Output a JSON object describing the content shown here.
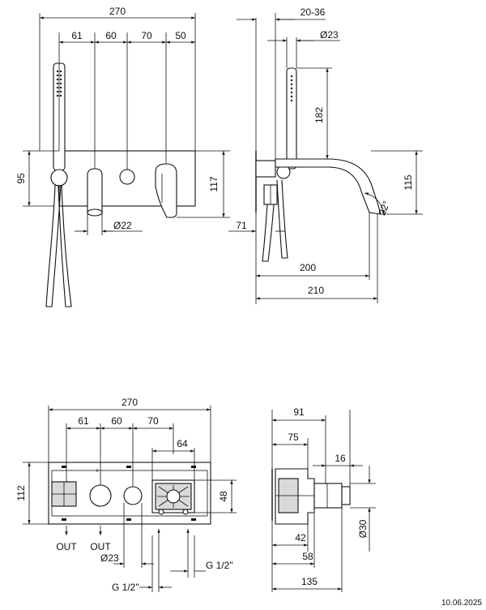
{
  "dimensions": {
    "front_top": {
      "total": "270",
      "d1": "61",
      "d2": "60",
      "d3": "70",
      "d4": "50"
    },
    "front_left": "95",
    "front_right": "117",
    "spout_diameter": "Ø22",
    "side_top": "20-36",
    "hose_diameter": "Ø23",
    "hose_length": "182",
    "side_right": "115",
    "spout_angle": "22°",
    "side_offset": "71",
    "side_len_200": "200",
    "side_len_210": "210",
    "box_top": {
      "total": "270",
      "d1": "61",
      "d2": "60",
      "d3": "70",
      "d4": "64"
    },
    "box_height": "112",
    "box_valve": "48",
    "box_knob_dia": "Ø23",
    "box_thread_a": "G 1/2\"",
    "box_thread_b": "G 1/2\"",
    "box_side": {
      "d91": "91",
      "d75": "75",
      "d16": "16",
      "d30": "Ø30",
      "d42": "42",
      "d58": "58",
      "d135": "135"
    }
  },
  "labels": {
    "out_left": "OUT",
    "out_right": "OUT"
  },
  "footer": {
    "date": "10.06.2025"
  }
}
